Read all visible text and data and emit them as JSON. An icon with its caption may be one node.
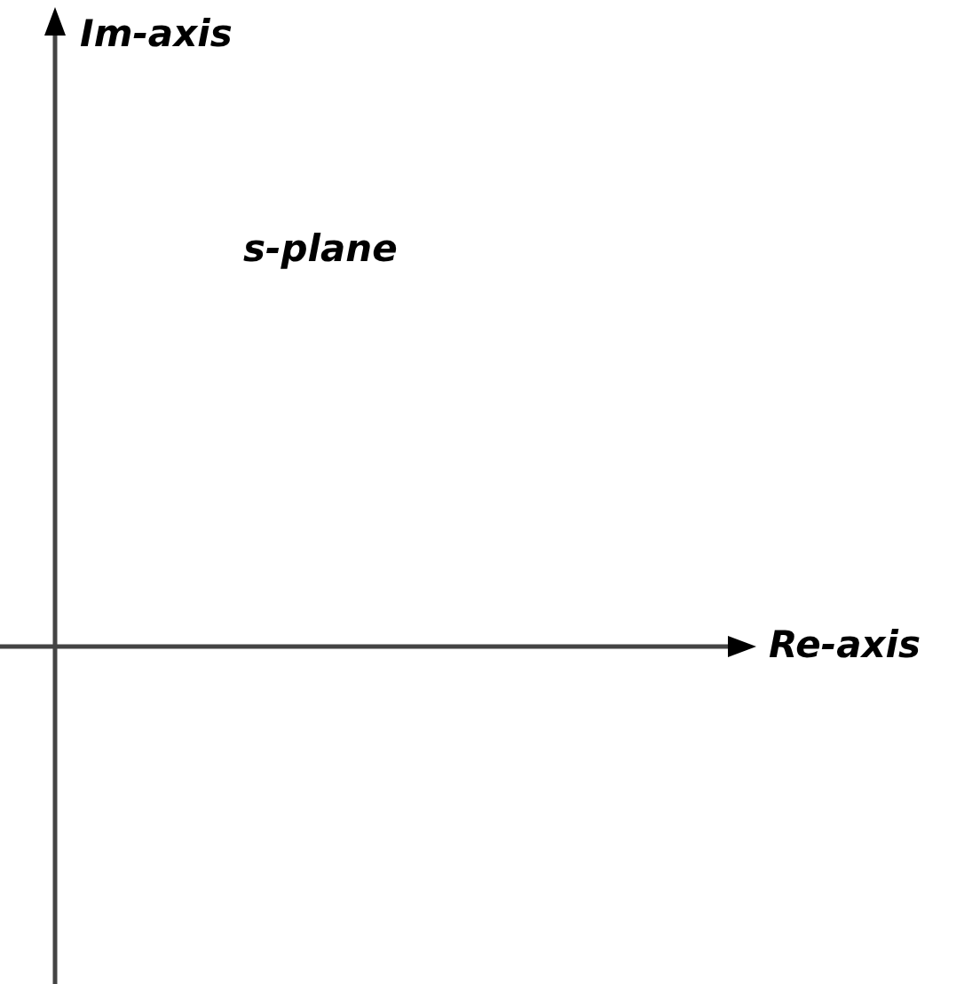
{
  "diagram": {
    "labels": [
      "Im-axis",
      "s-plane",
      "Re-axis"
    ]
  }
}
